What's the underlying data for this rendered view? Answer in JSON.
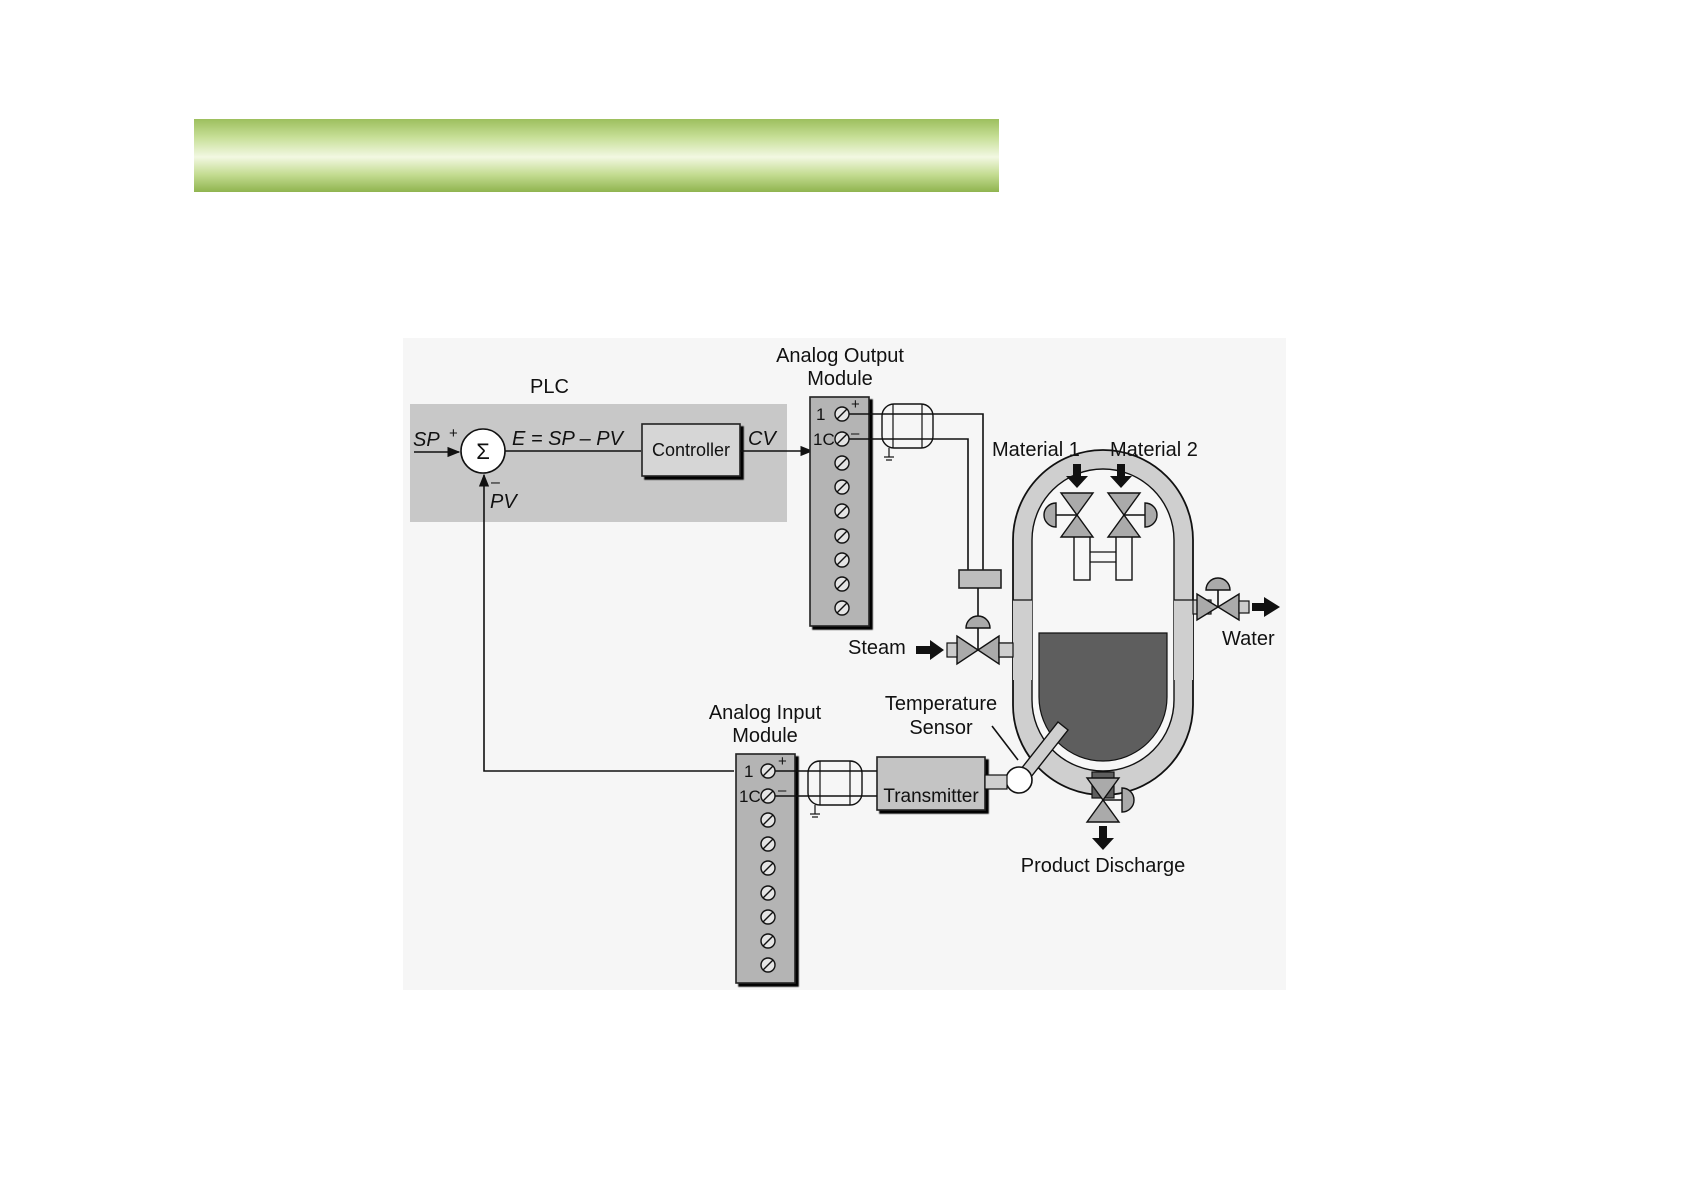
{
  "plc": {
    "label": "PLC",
    "sp": "SP",
    "plus": "+",
    "minus": "–",
    "sigma": "Σ",
    "error_eq": "E = SP – PV",
    "controller": "Controller",
    "cv": "CV",
    "pv": "PV"
  },
  "output_module": {
    "label_line1": "Analog Output",
    "label_line2": "Module",
    "terminal_1": "1",
    "terminal_1c": "1C",
    "plus": "+",
    "minus": "–"
  },
  "input_module": {
    "label_line1": "Analog Input",
    "label_line2": "Module",
    "terminal_1": "1",
    "terminal_1c": "1C",
    "plus": "+",
    "minus": "–"
  },
  "process": {
    "material_1": "Material 1",
    "material_2": "Material 2",
    "steam": "Steam",
    "water": "Water",
    "sensor_line1": "Temperature",
    "sensor_line2": "Sensor",
    "transmitter": "Transmitter",
    "discharge": "Product Discharge"
  },
  "colors": {
    "title_bar": "#a9c96a",
    "panel": "#c8c8c8",
    "module": "#b4b4b4",
    "liquid": "#5e5e5e",
    "vessel": "#cfcfcf"
  }
}
